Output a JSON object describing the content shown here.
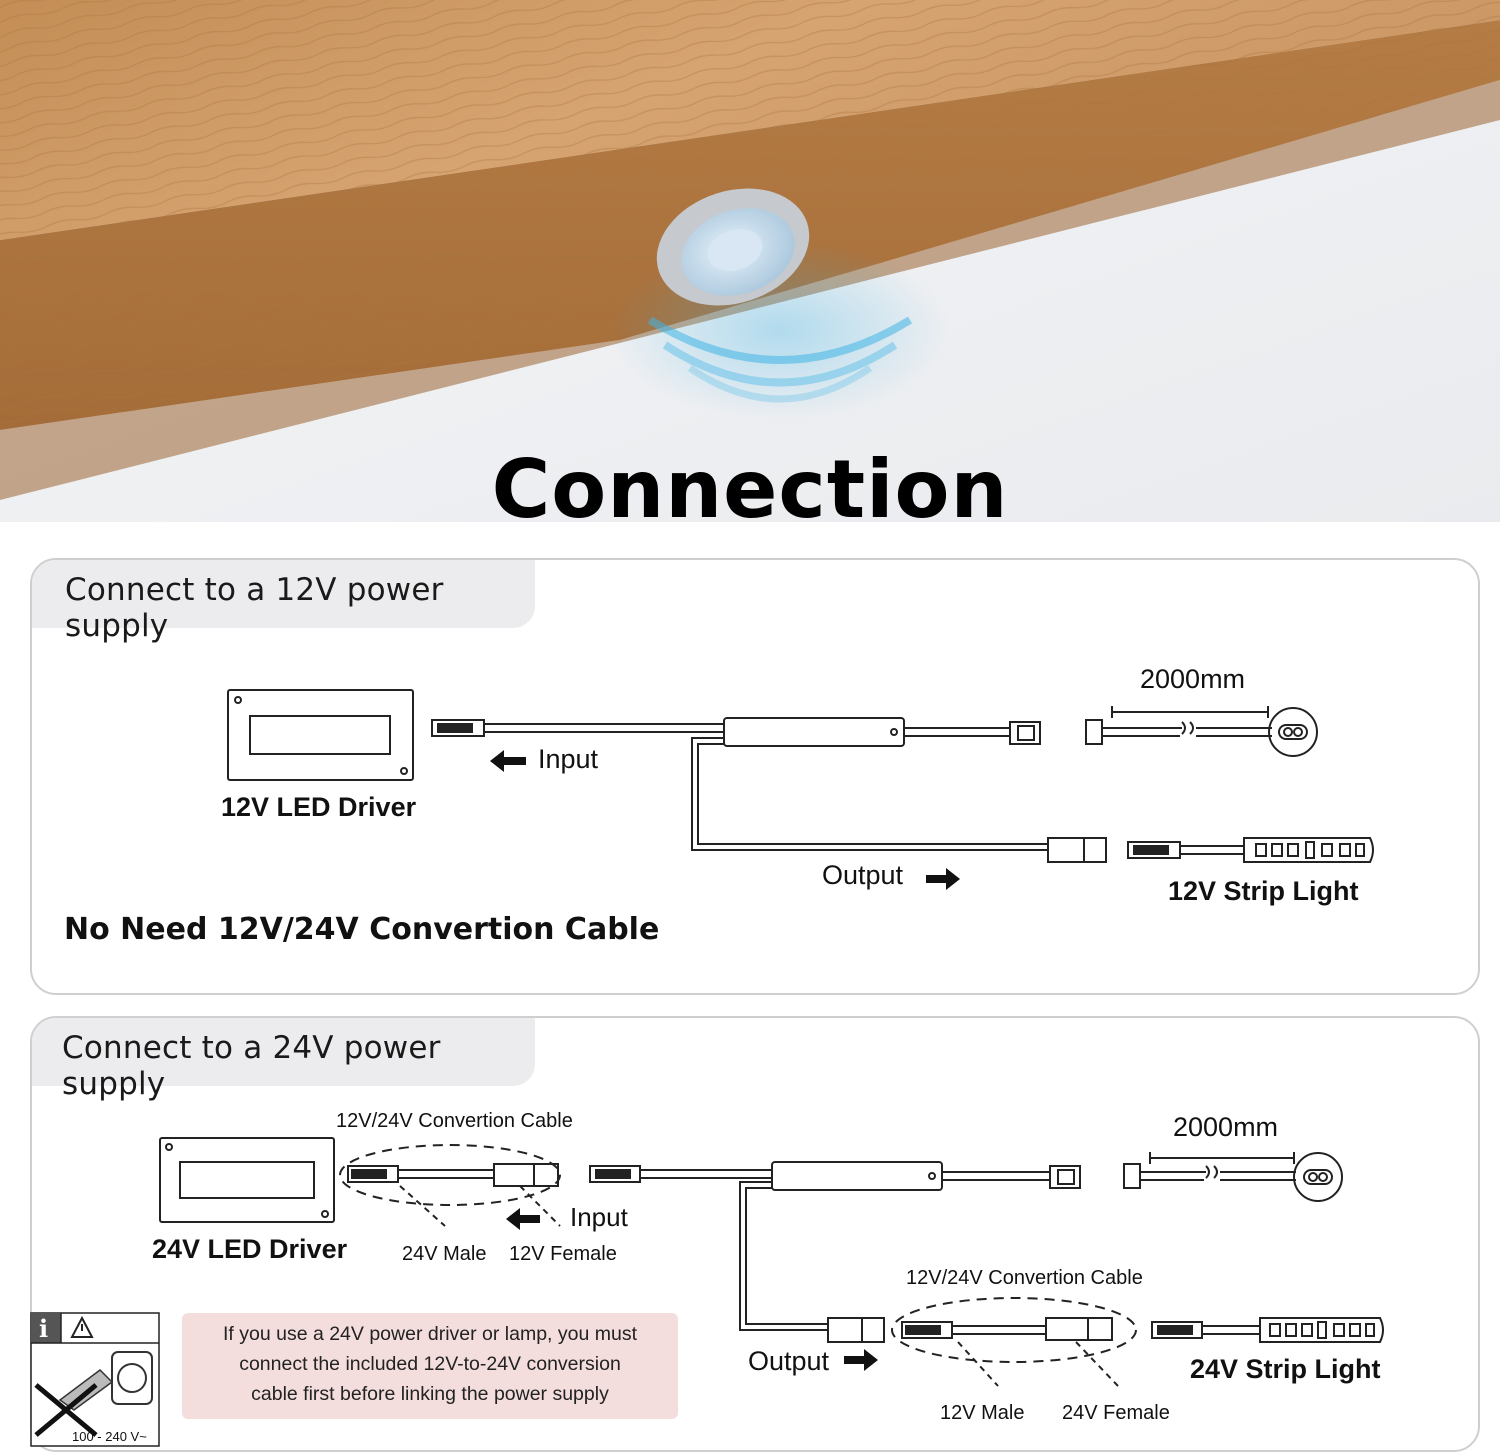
{
  "title": "Connection",
  "panel_12v": {
    "header": "Connect to a 12V power supply",
    "driver_label": "12V LED Driver",
    "input_label": "Input",
    "output_label": "Output",
    "length_label": "2000mm",
    "strip_label": "12V Strip Light",
    "note": "No Need 12V/24V Convertion Cable"
  },
  "panel_24v": {
    "header": "Connect to a 24V power supply",
    "driver_label": "24V LED Driver",
    "cable_label_top": "12V/24V Convertion Cable",
    "input_label": "Input",
    "male_label_top": "24V Male",
    "female_label_top": "12V Female",
    "length_label": "2000mm",
    "cable_label_bottom": "12V/24V Convertion Cable",
    "output_label": "Output",
    "strip_label": "24V Strip Light",
    "male_label_bottom": "12V Male",
    "female_label_bottom": "24V Female",
    "warning_lines": [
      "If you use a 24V power driver or lamp, you must",
      "connect the included 12V-to-24V conversion",
      "cable first before linking the power supply"
    ],
    "voltage_label": "100 - 240 V~",
    "info_icon_glyph": "i"
  },
  "colors": {
    "wood": "#c9955e",
    "panel_header": "#ececee",
    "warning_bg": "#f4dedd",
    "sensor_glow": "#3fb4e6"
  }
}
